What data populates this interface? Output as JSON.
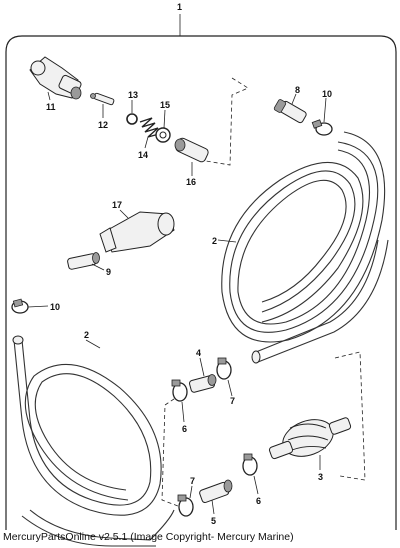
{
  "diagram": {
    "callouts": {
      "c1": "1",
      "c2a": "2",
      "c2b": "2",
      "c3": "3",
      "c4": "4",
      "c5": "5",
      "c6a": "6",
      "c6b": "6",
      "c7a": "7",
      "c7b": "7",
      "c8": "8",
      "c9": "9",
      "c10a": "10",
      "c10b": "10",
      "c11": "11",
      "c12": "12",
      "c13": "13",
      "c14": "14",
      "c15": "15",
      "c16": "16",
      "c17": "17"
    }
  },
  "footer": {
    "text": "MercuryPartsOnline v2.5.1 (Image Copyright- Mercury Marine)"
  }
}
